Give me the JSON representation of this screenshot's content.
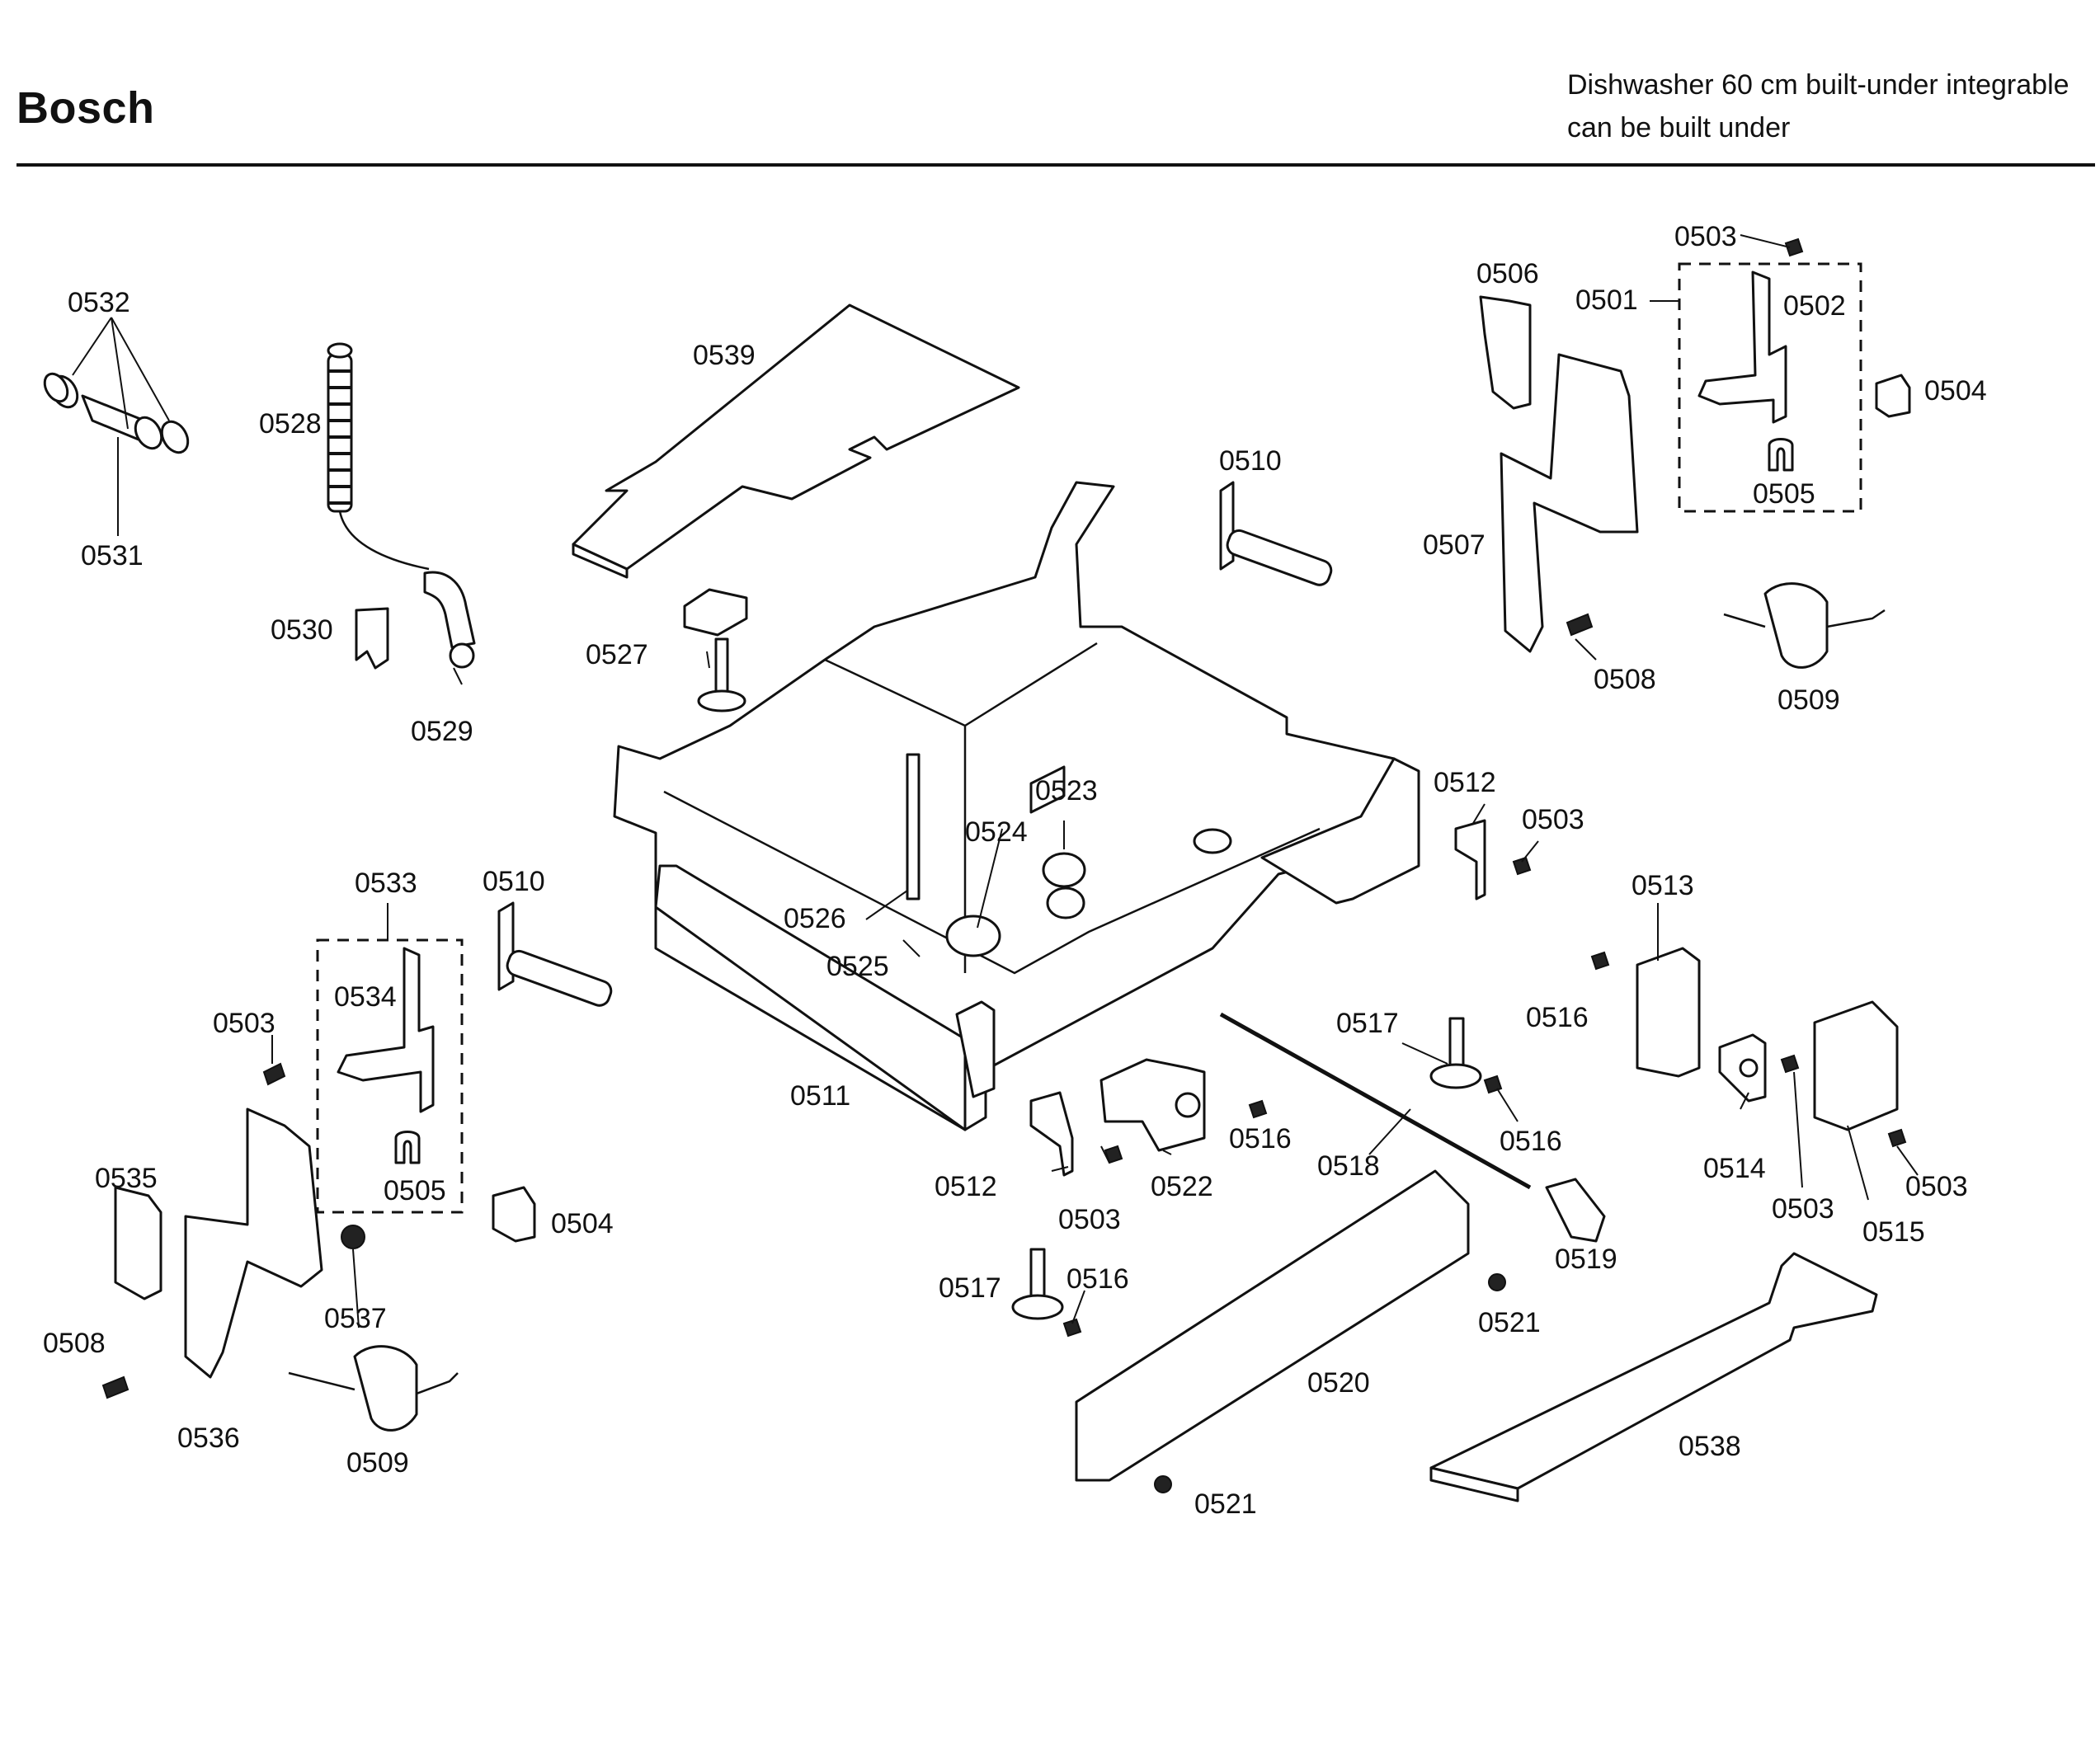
{
  "header": {
    "brand": "Bosch",
    "description_line1": "Dishwasher 60 cm built-under integrable",
    "description_line2": "can be built under"
  },
  "part_labels": {
    "p0501": "0501",
    "p0502": "0502",
    "p0503a": "0503",
    "p0503b": "0503",
    "p0503c": "0503",
    "p0503d": "0503",
    "p0503e": "0503",
    "p0503f": "0503",
    "p0504a": "0504",
    "p0504b": "0504",
    "p0505a": "0505",
    "p0505b": "0505",
    "p0506": "0506",
    "p0507": "0507",
    "p0508a": "0508",
    "p0508b": "0508",
    "p0509a": "0509",
    "p0509b": "0509",
    "p0510a": "0510",
    "p0510b": "0510",
    "p0511": "0511",
    "p0512a": "0512",
    "p0512b": "0512",
    "p0513": "0513",
    "p0514": "0514",
    "p0515": "0515",
    "p0516a": "0516",
    "p0516b": "0516",
    "p0516c": "0516",
    "p0516d": "0516",
    "p0517a": "0517",
    "p0517b": "0517",
    "p0518": "0518",
    "p0519": "0519",
    "p0520": "0520",
    "p0521a": "0521",
    "p0521b": "0521",
    "p0522": "0522",
    "p0523": "0523",
    "p0524": "0524",
    "p0525": "0525",
    "p0526": "0526",
    "p0527": "0527",
    "p0528": "0528",
    "p0529": "0529",
    "p0530": "0530",
    "p0531": "0531",
    "p0532": "0532",
    "p0533": "0533",
    "p0534": "0534",
    "p0535": "0535",
    "p0536": "0536",
    "p0537": "0537",
    "p0538": "0538",
    "p0539": "0539"
  }
}
